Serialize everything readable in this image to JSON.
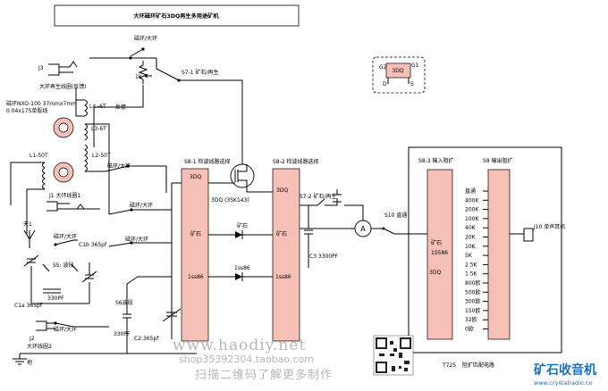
{
  "title": "大环磁环矿石3DQ再生多用途矿机",
  "components": {
    "j3": "J3",
    "loop_regen": "大环再生线圈(反馈)",
    "rod_spec1": "磁环NXO-100 37mmx7mm",
    "rod_spec2": "0.04x175单股线",
    "l4": "L4 -6T",
    "fankui": "反馈",
    "l3": "L3-6T",
    "l2": "L2-50T",
    "l1": "L1-50T",
    "j1": "J1 大环线圈1",
    "ant": "天1",
    "c1b": "C1b 365pf",
    "s5": "S5: 波段",
    "c330pf_a": "330PF",
    "c1a": "C1a 365pf",
    "j2": "J2",
    "j2_desc": "大环线圈2",
    "gnd": "地",
    "ci_ring_top": "磁环/大环",
    "pot": "1K",
    "s71": "S7-1 矿石/再生",
    "ci_ring_mid": "磁环/大环",
    "ci_ring_a": "磁环/大环",
    "ci_ring_b": "磁环/大环",
    "ci_ring_c": "磁环/大环",
    "ci_ring_d": "磁环/大环",
    "s81": "S8-1 检波线路选择",
    "s82": "S8-2 检波线路选择",
    "mosfet": "3DQ (3SK143)",
    "p_3dq_1": "3DQ",
    "p_3dq_2": "3DQ",
    "p_ks_1": "矿石",
    "p_ks_2": "矿石",
    "p_1s_1": "1ss86",
    "p_1s_2": "1ss86",
    "diode_ks": "矿石",
    "diode_1s": "1ss86",
    "s72": "S7-2 矿石/再生",
    "c3": "C3 3300PF",
    "s6": "S6波段",
    "c330pf_b": "330PF",
    "c2": "C2:365pf",
    "meter": "A",
    "s10": "S10 直通",
    "s83": "S8-3 输入阻扩",
    "s9": "S9 输出阻扩",
    "p_ks_3": "矿石",
    "p_1s_3": "1S586",
    "p_3dq_3": "3DQ",
    "j10": "J10 单声耳机",
    "t725": "T725",
    "t725_desc": "阻扩匹配电路",
    "dq_box": "3DQ",
    "dq_g2": "G2",
    "dq_g1": "G1",
    "dq_d": "D",
    "dq_s": "S"
  },
  "taps": [
    "直通",
    "400K",
    "200K",
    "100K",
    "40K",
    "20K",
    "10K",
    "5K",
    "2.5K",
    "1.5K",
    "800欧",
    "500欧",
    "300欧",
    "150欧",
    "32欧",
    "0欧"
  ],
  "watermark": {
    "url": "www.haodiy.net",
    "shop": "shop35392304.taobao.com",
    "scan": "扫描二维码了解更多制作",
    "logo": "矿石收音机",
    "logo_url": "www.crystalradio.cn"
  },
  "colors": {
    "accent": "#f7c0b6",
    "line": "#000000",
    "logo": "#1a6fbf"
  }
}
